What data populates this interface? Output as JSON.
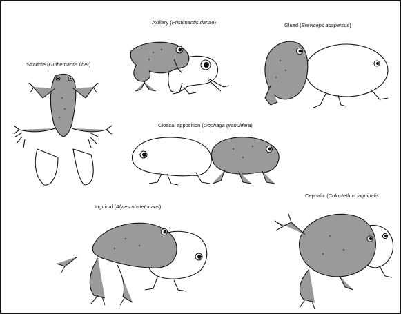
{
  "labels": {
    "axillary": {
      "common": "Axillary (",
      "species": "Pristimantis danae",
      "close": ")"
    },
    "glued": {
      "common": "Glued (",
      "species": "Breviceps adspersus",
      "close": ")"
    },
    "straddle": {
      "common": "Straddle (",
      "species": "Guibemantis liber",
      "close": ")"
    },
    "cloacal": {
      "common": "Cloacal apposition (",
      "species": "Oophaga granulifera",
      "close": ")"
    },
    "inguinal": {
      "common": "Inguinal (",
      "species": "Alytes obstetricans",
      "close": ")"
    },
    "cephalic": {
      "common": "Cephalic (",
      "species": "Colostethus inguinalis",
      "close": ""
    }
  },
  "colors": {
    "shaded_frog": "#9a9a9a",
    "unshaded_frog": "#ffffff",
    "outline": "#111111"
  }
}
